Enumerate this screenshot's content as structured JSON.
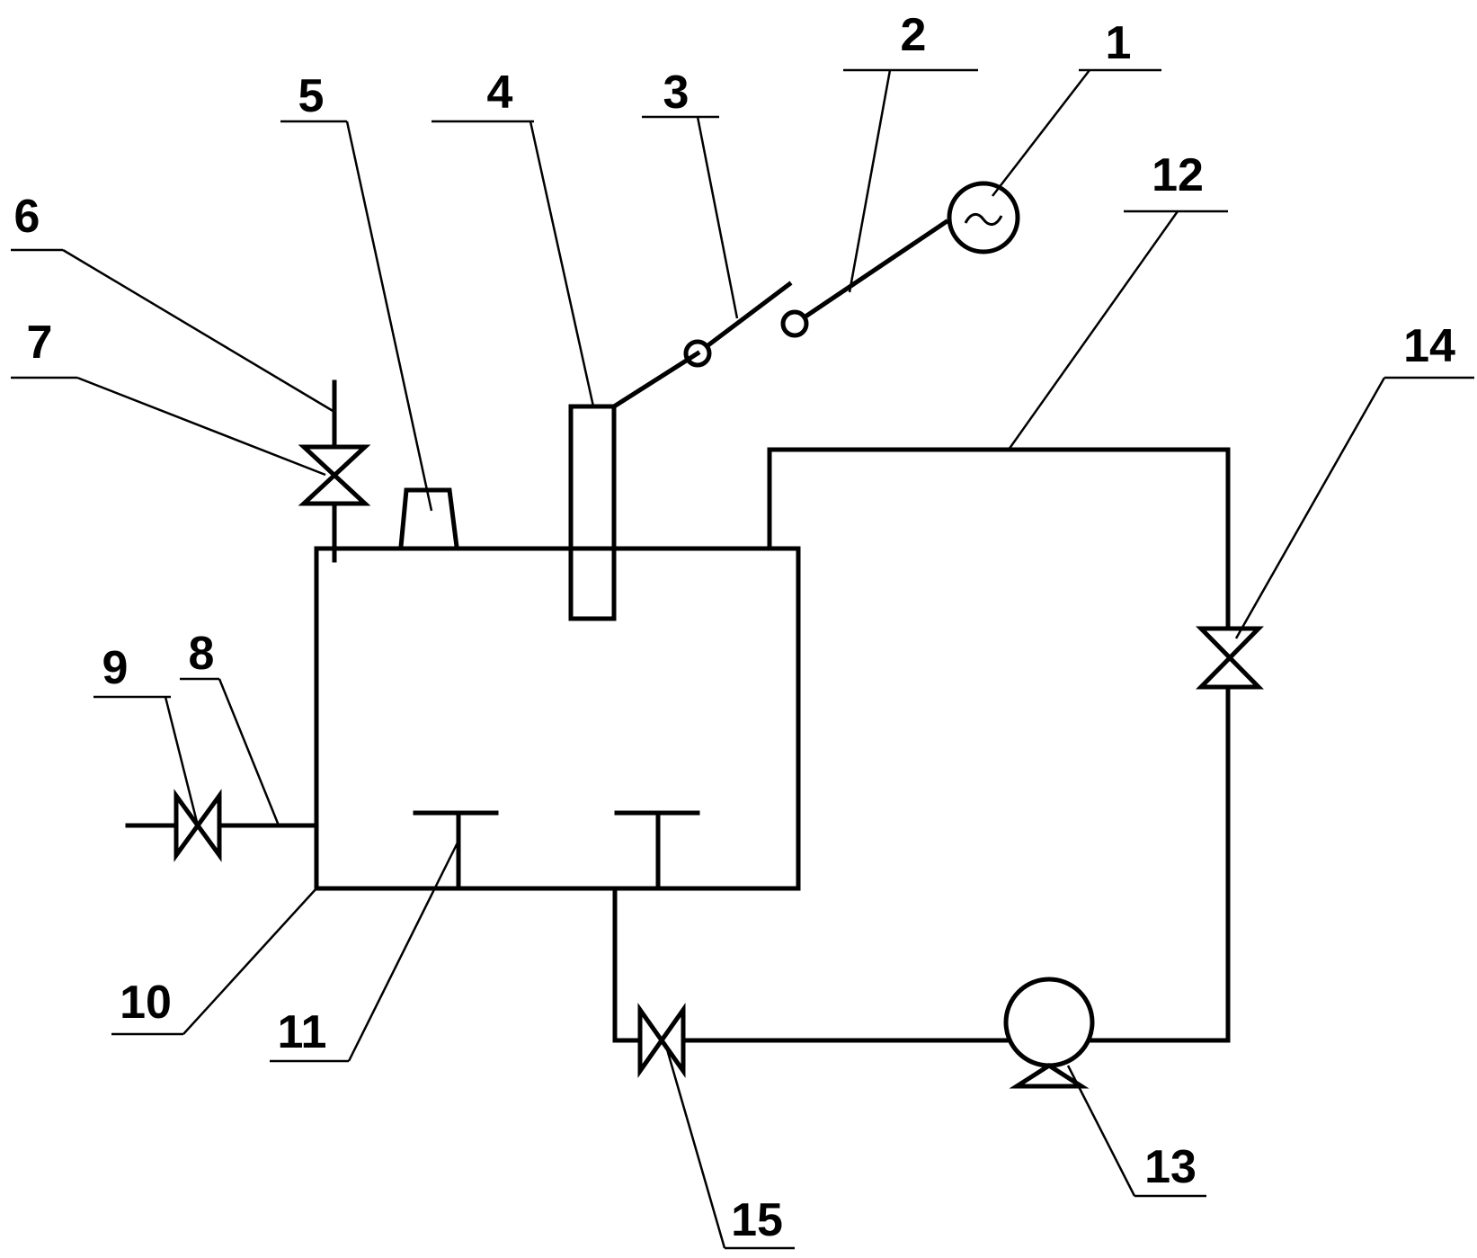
{
  "labels": {
    "l1": "1",
    "l2": "2",
    "l3": "3",
    "l4": "4",
    "l5": "5",
    "l6": "6",
    "l7": "7",
    "l8": "8",
    "l9": "9",
    "l10": "10",
    "l11": "11",
    "l12": "12",
    "l13": "13",
    "l14": "14",
    "l15": "15"
  },
  "icons": {
    "power_source": "ac-power-source-icon",
    "switch": "switch-icon",
    "valve": "valve-icon",
    "pump": "pump-icon"
  },
  "colors": {
    "stroke": "#000000",
    "background": "#ffffff"
  }
}
